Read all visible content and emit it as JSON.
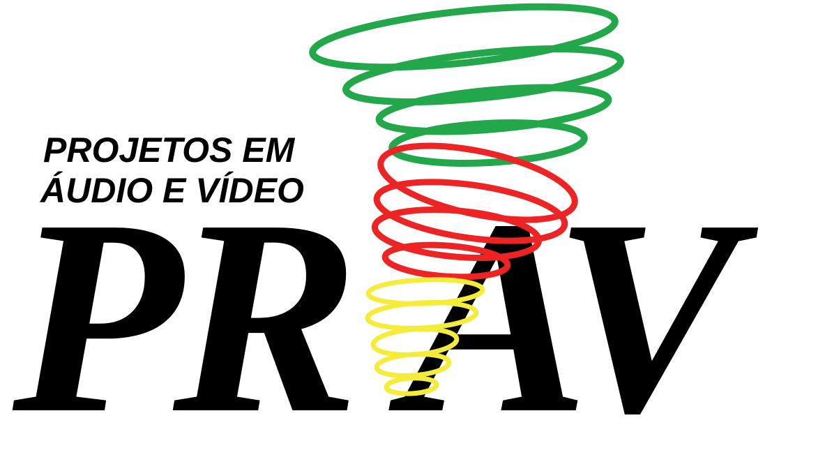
{
  "logo": {
    "tagline_line1": "PROJETOS  EM",
    "tagline_line2": "ÁUDIO E VÍDEO",
    "mark_left": "PR",
    "mark_right": "AV",
    "text_color": "#000000",
    "background_color": "#ffffff"
  },
  "spiral": {
    "colors": {
      "green": "#22a84a",
      "red": "#ee2424",
      "yellow": "#f5ec3a"
    }
  }
}
